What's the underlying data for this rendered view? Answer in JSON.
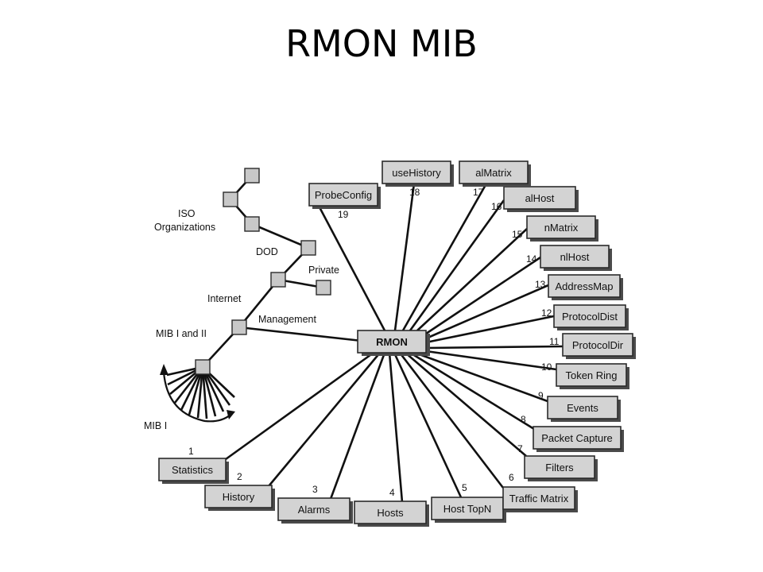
{
  "title": "RMON MIB",
  "center": "RMON",
  "tree_labels": {
    "iso": [
      "ISO",
      "Organizations"
    ],
    "dod": "DOD",
    "private": "Private",
    "internet": "Internet",
    "management": "Management",
    "mib12": "MIB I and II",
    "mib1": "MIB I"
  },
  "groups": [
    {
      "num": "1",
      "label": "Statistics"
    },
    {
      "num": "2",
      "label": "History"
    },
    {
      "num": "3",
      "label": "Alarms"
    },
    {
      "num": "4",
      "label": "Hosts"
    },
    {
      "num": "5",
      "label": "Host TopN"
    },
    {
      "num": "6",
      "label": "Traffic Matrix"
    },
    {
      "num": "7",
      "label": "Filters"
    },
    {
      "num": "8",
      "label": "Packet Capture"
    },
    {
      "num": "9",
      "label": "Events"
    },
    {
      "num": "10",
      "label": "Token Ring"
    },
    {
      "num": "11",
      "label": "ProtocolDir"
    },
    {
      "num": "12",
      "label": "ProtocolDist"
    },
    {
      "num": "13",
      "label": "AddressMap"
    },
    {
      "num": "14",
      "label": "nlHost"
    },
    {
      "num": "15",
      "label": "nMatrix"
    },
    {
      "num": "16",
      "label": "alHost"
    },
    {
      "num": "17",
      "label": "alMatrix"
    },
    {
      "num": "18",
      "label": "useHistory"
    },
    {
      "num": "19",
      "label": "ProbeConfig"
    }
  ]
}
